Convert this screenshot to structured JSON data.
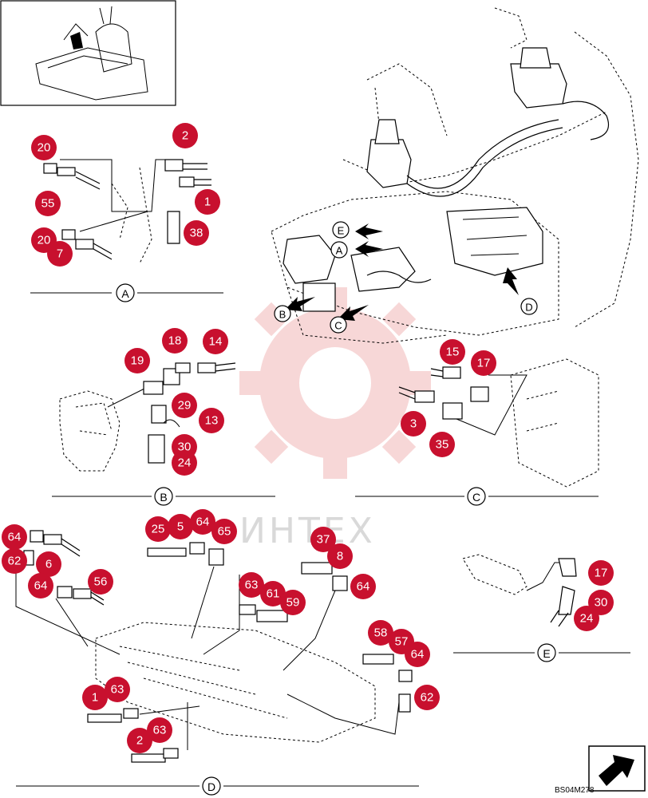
{
  "watermark": {
    "text": "ИНТЕХ"
  },
  "drawing_code": "BS04M278",
  "section_labels": [
    "A",
    "B",
    "C",
    "D",
    "E"
  ],
  "arrow_labels": [
    "E",
    "A",
    "B",
    "C",
    "D"
  ],
  "callouts": {
    "A": [
      "20",
      "2",
      "55",
      "1",
      "20",
      "7",
      "38"
    ],
    "B": [
      "19",
      "18",
      "14",
      "29",
      "13",
      "30",
      "24"
    ],
    "C": [
      "15",
      "17",
      "3",
      "35"
    ],
    "D": [
      "25",
      "5",
      "64",
      "65",
      "64",
      "62",
      "6",
      "64",
      "56",
      "37",
      "8",
      "64",
      "63",
      "61",
      "59",
      "58",
      "57",
      "64",
      "62",
      "1",
      "63",
      "2",
      "63"
    ],
    "E": [
      "17",
      "30",
      "24"
    ]
  },
  "colors": {
    "callout": "#c8102e",
    "line": "#000000",
    "watermark": "#e8a3a3"
  }
}
